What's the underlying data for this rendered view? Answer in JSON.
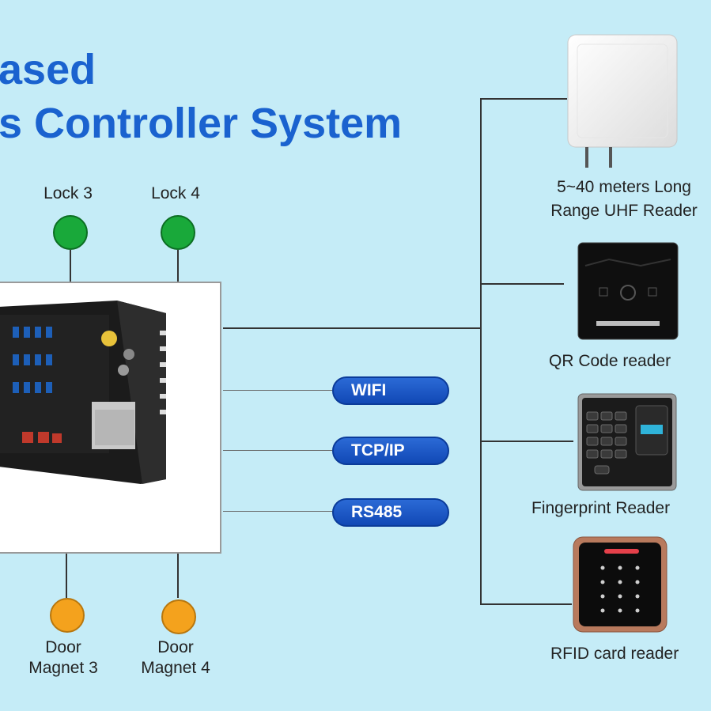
{
  "title": {
    "line1": "ased",
    "line2": "s Controller System"
  },
  "locks": [
    {
      "label": "Lock 3",
      "color": "#19a93a"
    },
    {
      "label": "Lock 4",
      "color": "#19a93a"
    }
  ],
  "magnets": [
    {
      "label_line1": "Door",
      "label_line2": "Magnet 3",
      "color": "#f4a21d"
    },
    {
      "label_line1": "Door",
      "label_line2": "Magnet 4",
      "color": "#f4a21d"
    }
  ],
  "connections": [
    {
      "label": "WIFI"
    },
    {
      "label": "TCP/IP"
    },
    {
      "label": "RS485"
    }
  ],
  "readers": [
    {
      "label_line1": "5~40 meters Long",
      "label_line2": "Range UHF Reader",
      "icon": "uhf-reader-icon"
    },
    {
      "label": "QR Code reader",
      "icon": "qr-reader-icon"
    },
    {
      "label": "Fingerprint Reader",
      "icon": "fingerprint-reader-icon"
    },
    {
      "label": "RFID card reader",
      "icon": "rfid-reader-icon"
    }
  ],
  "colors": {
    "background": "#c5ecf7",
    "title": "#1a62cf",
    "pill": "#1a56c4"
  }
}
